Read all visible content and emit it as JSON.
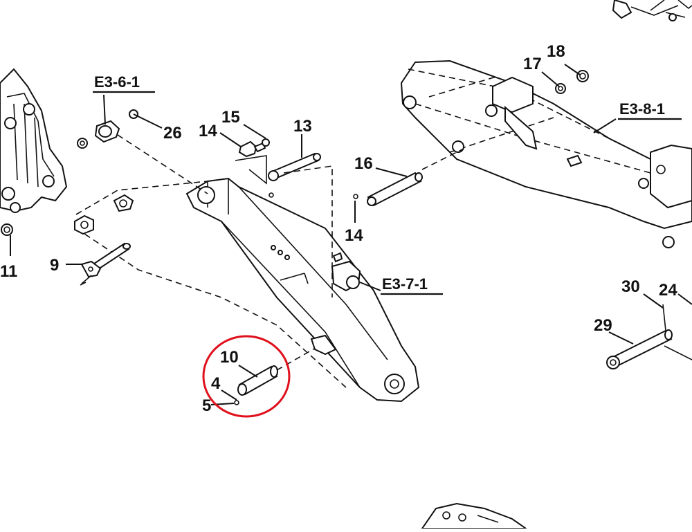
{
  "callouts": {
    "c4": "4",
    "c5": "5",
    "c9": "9",
    "c10": "10",
    "c11": "11",
    "c13": "13",
    "c14a": "14",
    "c14b": "14",
    "c15": "15",
    "c16": "16",
    "c17": "17",
    "c18": "18",
    "c24": "24",
    "c26": "26",
    "c29": "29",
    "c30": "30"
  },
  "refs": {
    "e361": "E3-6-1",
    "e371": "E3-7-1",
    "e381": "E3-8-1"
  },
  "colors": {
    "line": "#111111",
    "highlight": "#e0101c",
    "background": "#ffffff"
  }
}
